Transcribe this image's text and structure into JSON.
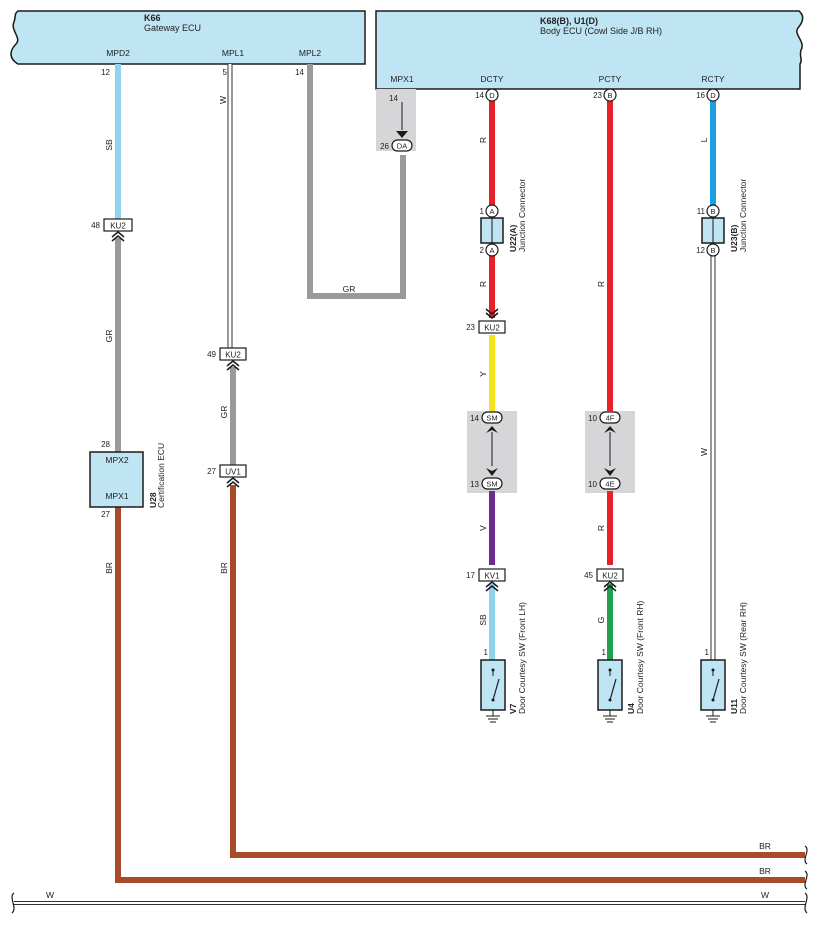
{
  "ecus": {
    "gateway": {
      "code": "K66",
      "name": "Gateway ECU"
    },
    "body": {
      "code": "K68(B), U1(D)",
      "name": "Body ECU (Cowl Side J/B RH)"
    },
    "certification": {
      "code": "U28",
      "name": "Certification ECU",
      "top_pin": "MPX2",
      "bottom_pin": "MPX1"
    }
  },
  "terminals": {
    "mpd2": "MPD2",
    "mpl1": "MPL1",
    "mpl2": "MPL2",
    "mpx1": "MPX1",
    "dcty": "DCTY",
    "pcty": "PCTY",
    "rcty": "RCTY"
  },
  "pins": {
    "p12": "12",
    "p5": "5",
    "p14a": "14",
    "p14b": "14",
    "p26": "26",
    "p14c": "14",
    "p23a": "23",
    "p16": "16",
    "p48": "48",
    "p49": "49",
    "p1a": "1",
    "p2a": "2",
    "p11": "11",
    "p12b": "12",
    "p23b": "23",
    "p14d": "14",
    "p13": "13",
    "p10a": "10",
    "p10b": "10",
    "p28": "28",
    "p27a": "27",
    "p27b": "27",
    "p17": "17",
    "p45": "45",
    "p1v7": "1",
    "p1u4": "1",
    "p1u11": "1"
  },
  "connectors": {
    "da": "DA",
    "ku2_a": "KU2",
    "ku2_b": "KU2",
    "ku2_c": "KU2",
    "ku2_d": "KU2",
    "uv1": "UV1",
    "kv1": "KV1",
    "sm_a": "SM",
    "sm_b": "SM",
    "c4f": "4F",
    "c4e": "4E",
    "d1": "D",
    "b1": "B",
    "d2": "D",
    "a1": "A",
    "a2": "A",
    "b2": "B",
    "b3": "B"
  },
  "junctions": {
    "u22": {
      "code": "U22(A)",
      "name": "Junction Connector"
    },
    "u23": {
      "code": "U23(B)",
      "name": "Junction Connector"
    }
  },
  "switches": {
    "v7": {
      "code": "V7",
      "name": "Door Courtesy SW (Front LH)"
    },
    "u4": {
      "code": "U4",
      "name": "Door Courtesy SW (Front RH)"
    },
    "u11": {
      "code": "U11",
      "name": "Door Courtesy SW (Rear RH)"
    }
  },
  "wire_labels": {
    "sb1": "SB",
    "w1": "W",
    "gr_mpl2": "GR",
    "r1": "R",
    "l1": "L",
    "gr2": "GR",
    "gr3": "GR",
    "r2": "R",
    "r3": "R",
    "y1": "Y",
    "w2": "W",
    "br1": "BR",
    "br2": "BR",
    "v1": "V",
    "r4": "R",
    "sb2": "SB",
    "g1": "G",
    "br_bus1": "BR",
    "br_bus2": "BR",
    "w_bus_l": "W",
    "w_bus_r": "W"
  },
  "colors": {
    "SB": "#8fd3ee",
    "GR": "#9a9a9c",
    "R": "#e8202a",
    "L": "#1aa0e0",
    "Y": "#f6e21a",
    "V": "#6c2e8e",
    "BR": "#a84b2a",
    "G": "#1fa04a",
    "W": "#ffffff",
    "component_fill": "#bfe4f3",
    "connector_shade": "#d6d6d8"
  }
}
